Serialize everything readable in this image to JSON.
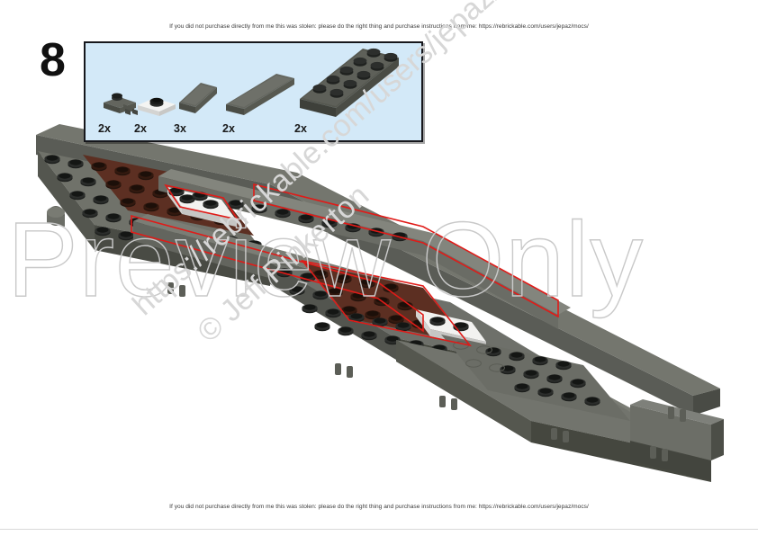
{
  "page": {
    "step_number": "8",
    "background_color": "#ffffff"
  },
  "header": {
    "disclaimer": "If you did not purchase directly from me this was stolen: please do the right thing and purchase instructions from me: https://rebrickable.com/users/jepaz/mocs/"
  },
  "footer": {
    "disclaimer": "If you did not purchase directly from me this was stolen: please do the right thing and purchase instructions from me: https://rebrickable.com/users/jepaz/mocs/"
  },
  "callout": {
    "background_color": "#d3e9f8",
    "border_color": "#16171c",
    "parts": [
      {
        "quantity": "2x",
        "name": "plate-1x2-with-horizontal-clip",
        "color_name": "dark-bluish-gray",
        "color": "#5a5a55"
      },
      {
        "quantity": "2x",
        "name": "plate-1x2-with-black-stud",
        "color_name": "white",
        "color": "#f4f4f2"
      },
      {
        "quantity": "3x",
        "name": "tile-1x4",
        "color_name": "dark-bluish-gray",
        "color": "#5f615a"
      },
      {
        "quantity": "2x",
        "name": "tile-1x8",
        "color_name": "dark-bluish-gray",
        "color": "#5f615a"
      },
      {
        "quantity": "2x",
        "name": "plate-2x8",
        "color_name": "dark-bluish-gray",
        "color": "#4e504b"
      }
    ]
  },
  "watermarks": {
    "preview": "Preview Only",
    "url": "https://rebrickable.com/users/jepaz/",
    "copyright": "© Jeff Pinkerton",
    "color": "#d7d7d7"
  },
  "model": {
    "description": "Isometric LEGO train chassis flatbed assembly",
    "colors": {
      "dark_gray": "#6f716a",
      "dark_gray_shade": "#5a5c56",
      "dark_gray_dark": "#44463f",
      "stud_black": "#1d1f1d",
      "dark_red": "#5c2f22",
      "dark_red_stud": "#3a1d14",
      "white": "#f2f2f0",
      "highlight": "#e01b18"
    }
  }
}
